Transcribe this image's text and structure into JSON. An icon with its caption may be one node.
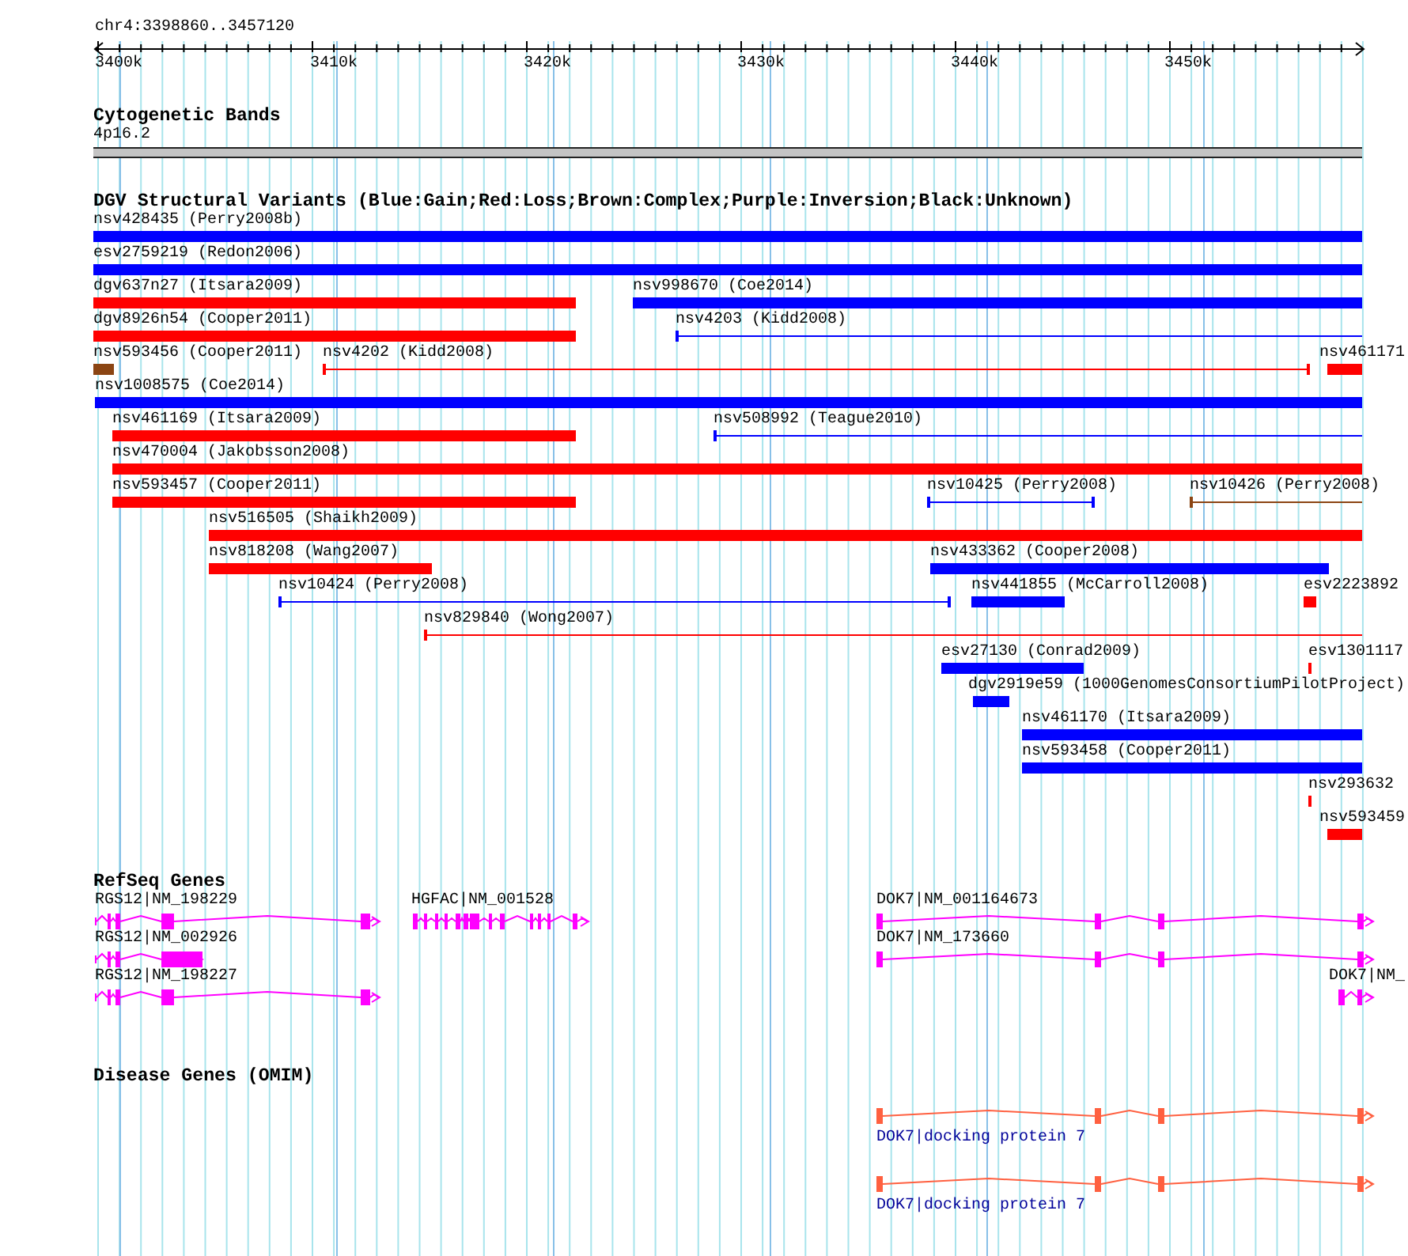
{
  "diagram": {
    "nodes": [
      {
        "text": [
          "4p16.2"
        ]
      },
      {
        "text": [
          "nsv428435 (Perry2008b)"
        ]
      },
      {
        "text": [
          "esv2759219 (Redon2006)"
        ]
      },
      {
        "text": [
          "dgv637n27 (Itsara2009)"
        ]
      },
      {
        "text": [
          "nsv998670 (Coe2014)"
        ]
      },
      {
        "text": [
          "dgv8926n54 (Cooper2011)"
        ]
      },
      {
        "text": [
          "nsv4203 (Kidd2008)"
        ]
      },
      {
        "text": [
          "nsv593456 (Cooper2011)"
        ]
      },
      {
        "text": [
          "nsv4202 (Kidd2008)"
        ]
      },
      {
        "text": [
          "nsv461171"
        ]
      },
      {
        "text": [
          "nsv1008575 (Coe2014)"
        ]
      },
      {
        "text": [
          "nsv461169 (Itsara2009)"
        ]
      },
      {
        "text": [
          "nsv508992 (Teague2010)"
        ]
      },
      {
        "text": [
          "nsv470004 (Jakobsson2008)"
        ]
      },
      {
        "text": [
          "nsv593457 (Cooper2011)"
        ]
      },
      {
        "text": [
          "nsv10425 (Perry2008)"
        ]
      },
      {
        "text": [
          "nsv10426 (Perry2008)"
        ]
      },
      {
        "text": [
          "nsv516505 (Shaikh2009)"
        ]
      },
      {
        "text": [
          "nsv818208 (Wang2007)"
        ]
      },
      {
        "text": [
          "nsv433362 (Cooper2008)"
        ]
      },
      {
        "text": [
          "nsv10424 (Perry2008)"
        ]
      },
      {
        "text": [
          "nsv441855 (McCarroll2008)"
        ]
      },
      {
        "text": [
          "esv2223892"
        ]
      },
      {
        "text": [
          "nsv829840 (Wong2007)"
        ]
      },
      {
        "text": [
          "esv27130 (Conrad2009)"
        ]
      },
      {
        "text": [
          "esv1301117"
        ]
      },
      {
        "text": [
          "dgv2919e59 (1000GenomesConsortiumPilotProject)"
        ]
      },
      {
        "text": [
          "nsv461170 (Itsara2009)"
        ]
      },
      {
        "text": [
          "nsv593458 (Cooper2011)"
        ]
      },
      {
        "text": [
          "nsv293632"
        ]
      },
      {
        "text": [
          "nsv593459"
        ]
      },
      {
        "text": [
          "RGS12|NM_198229"
        ]
      },
      {
        "text": [
          "HGFAC|NM_001528"
        ]
      },
      {
        "text": [
          "DOK7|NM_001164673"
        ]
      },
      {
        "text": [
          "RGS12|NM_002926"
        ]
      },
      {
        "text": [
          "DOK7|NM_173660"
        ]
      },
      {
        "text": [
          "RGS12|NM_198227"
        ]
      },
      {
        "text": [
          "DOK7|NM_"
        ]
      },
      {
        "text": [
          "DOK7|docking protein 7"
        ]
      },
      {
        "text": [
          "DOK7|docking protein 7"
        ]
      }
    ],
    "labels": [
      "chr4:3398860..3457120",
      "3400k",
      "3410k",
      "3420k",
      "3430k",
      "3440k",
      "3450k",
      "Cytogenetic Bands",
      "DGV Structural Variants (Blue:Gain;Red:Loss;Brown:Complex;Purple:Inversion;Black:Unknown)",
      "RefSeq Genes",
      "Disease Genes (OMIM)"
    ]
  }
}
